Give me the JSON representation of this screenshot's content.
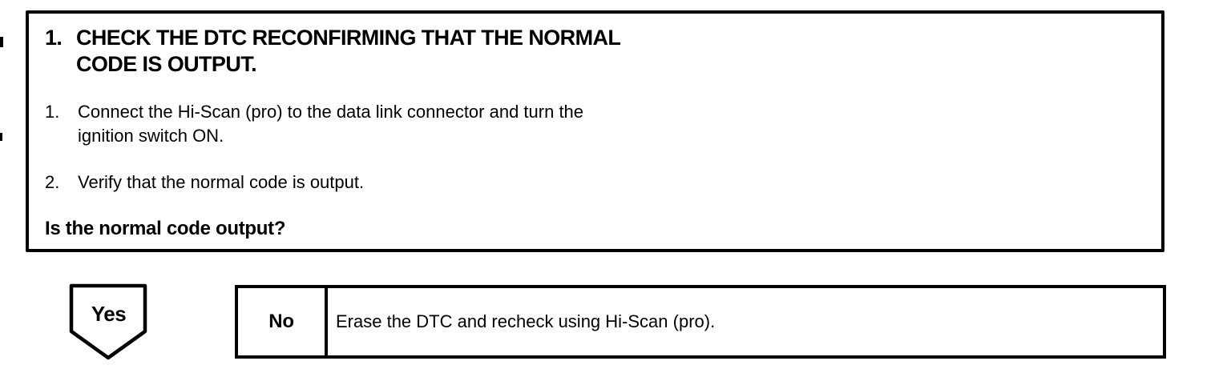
{
  "colors": {
    "ink": "#000000",
    "paper": "#ffffff"
  },
  "step_box": {
    "number": "1.",
    "title": "CHECK THE DTC RECONFIRMING THAT THE NORMAL\nCODE IS OUTPUT.",
    "items": [
      {
        "number": "1.",
        "text": "Connect the Hi-Scan (pro) to the data link connector and turn the\nignition switch ON."
      },
      {
        "number": "2.",
        "text": "Verify that the normal code is output."
      }
    ],
    "question": "Is the normal code output?"
  },
  "decision": {
    "yes_label": "Yes",
    "no_label": "No",
    "no_action": "Erase the DTC and recheck using Hi-Scan (pro)."
  }
}
